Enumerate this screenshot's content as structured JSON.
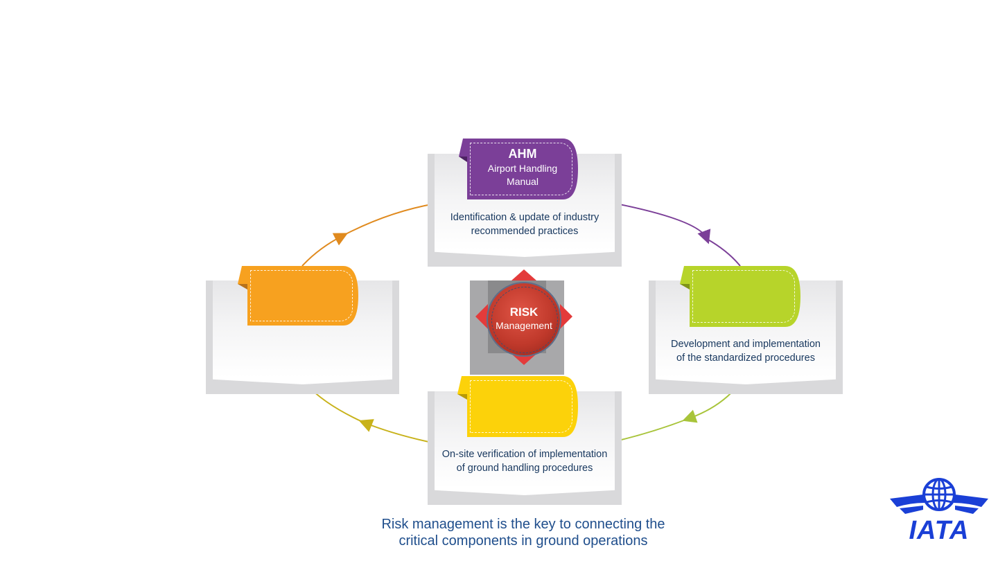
{
  "diagram": {
    "top": {
      "tab_title": "AHM",
      "tab_subtitle_line1": "Airport Handling",
      "tab_subtitle_line2": "Manual",
      "text_line1": "Identification & update of industry",
      "text_line2": "recommended practices",
      "color": "#7b3f98"
    },
    "right": {
      "text_line1": "Development and implementation",
      "text_line2": "of the standardized procedures",
      "color": "#b7d42a"
    },
    "bottom": {
      "text_line1": "On-site verification of implementation",
      "text_line2": "of ground handling procedures",
      "color": "#fcd20a"
    },
    "left": {
      "color": "#f7a11f"
    },
    "center": {
      "title": "RISK",
      "subtitle": "Management",
      "color": "#c0392b"
    }
  },
  "caption": {
    "line1": "Risk management is the key to connecting the",
    "line2": "critical components in ground operations"
  },
  "logo": {
    "text": "IATA",
    "color": "#1a3fd6"
  }
}
